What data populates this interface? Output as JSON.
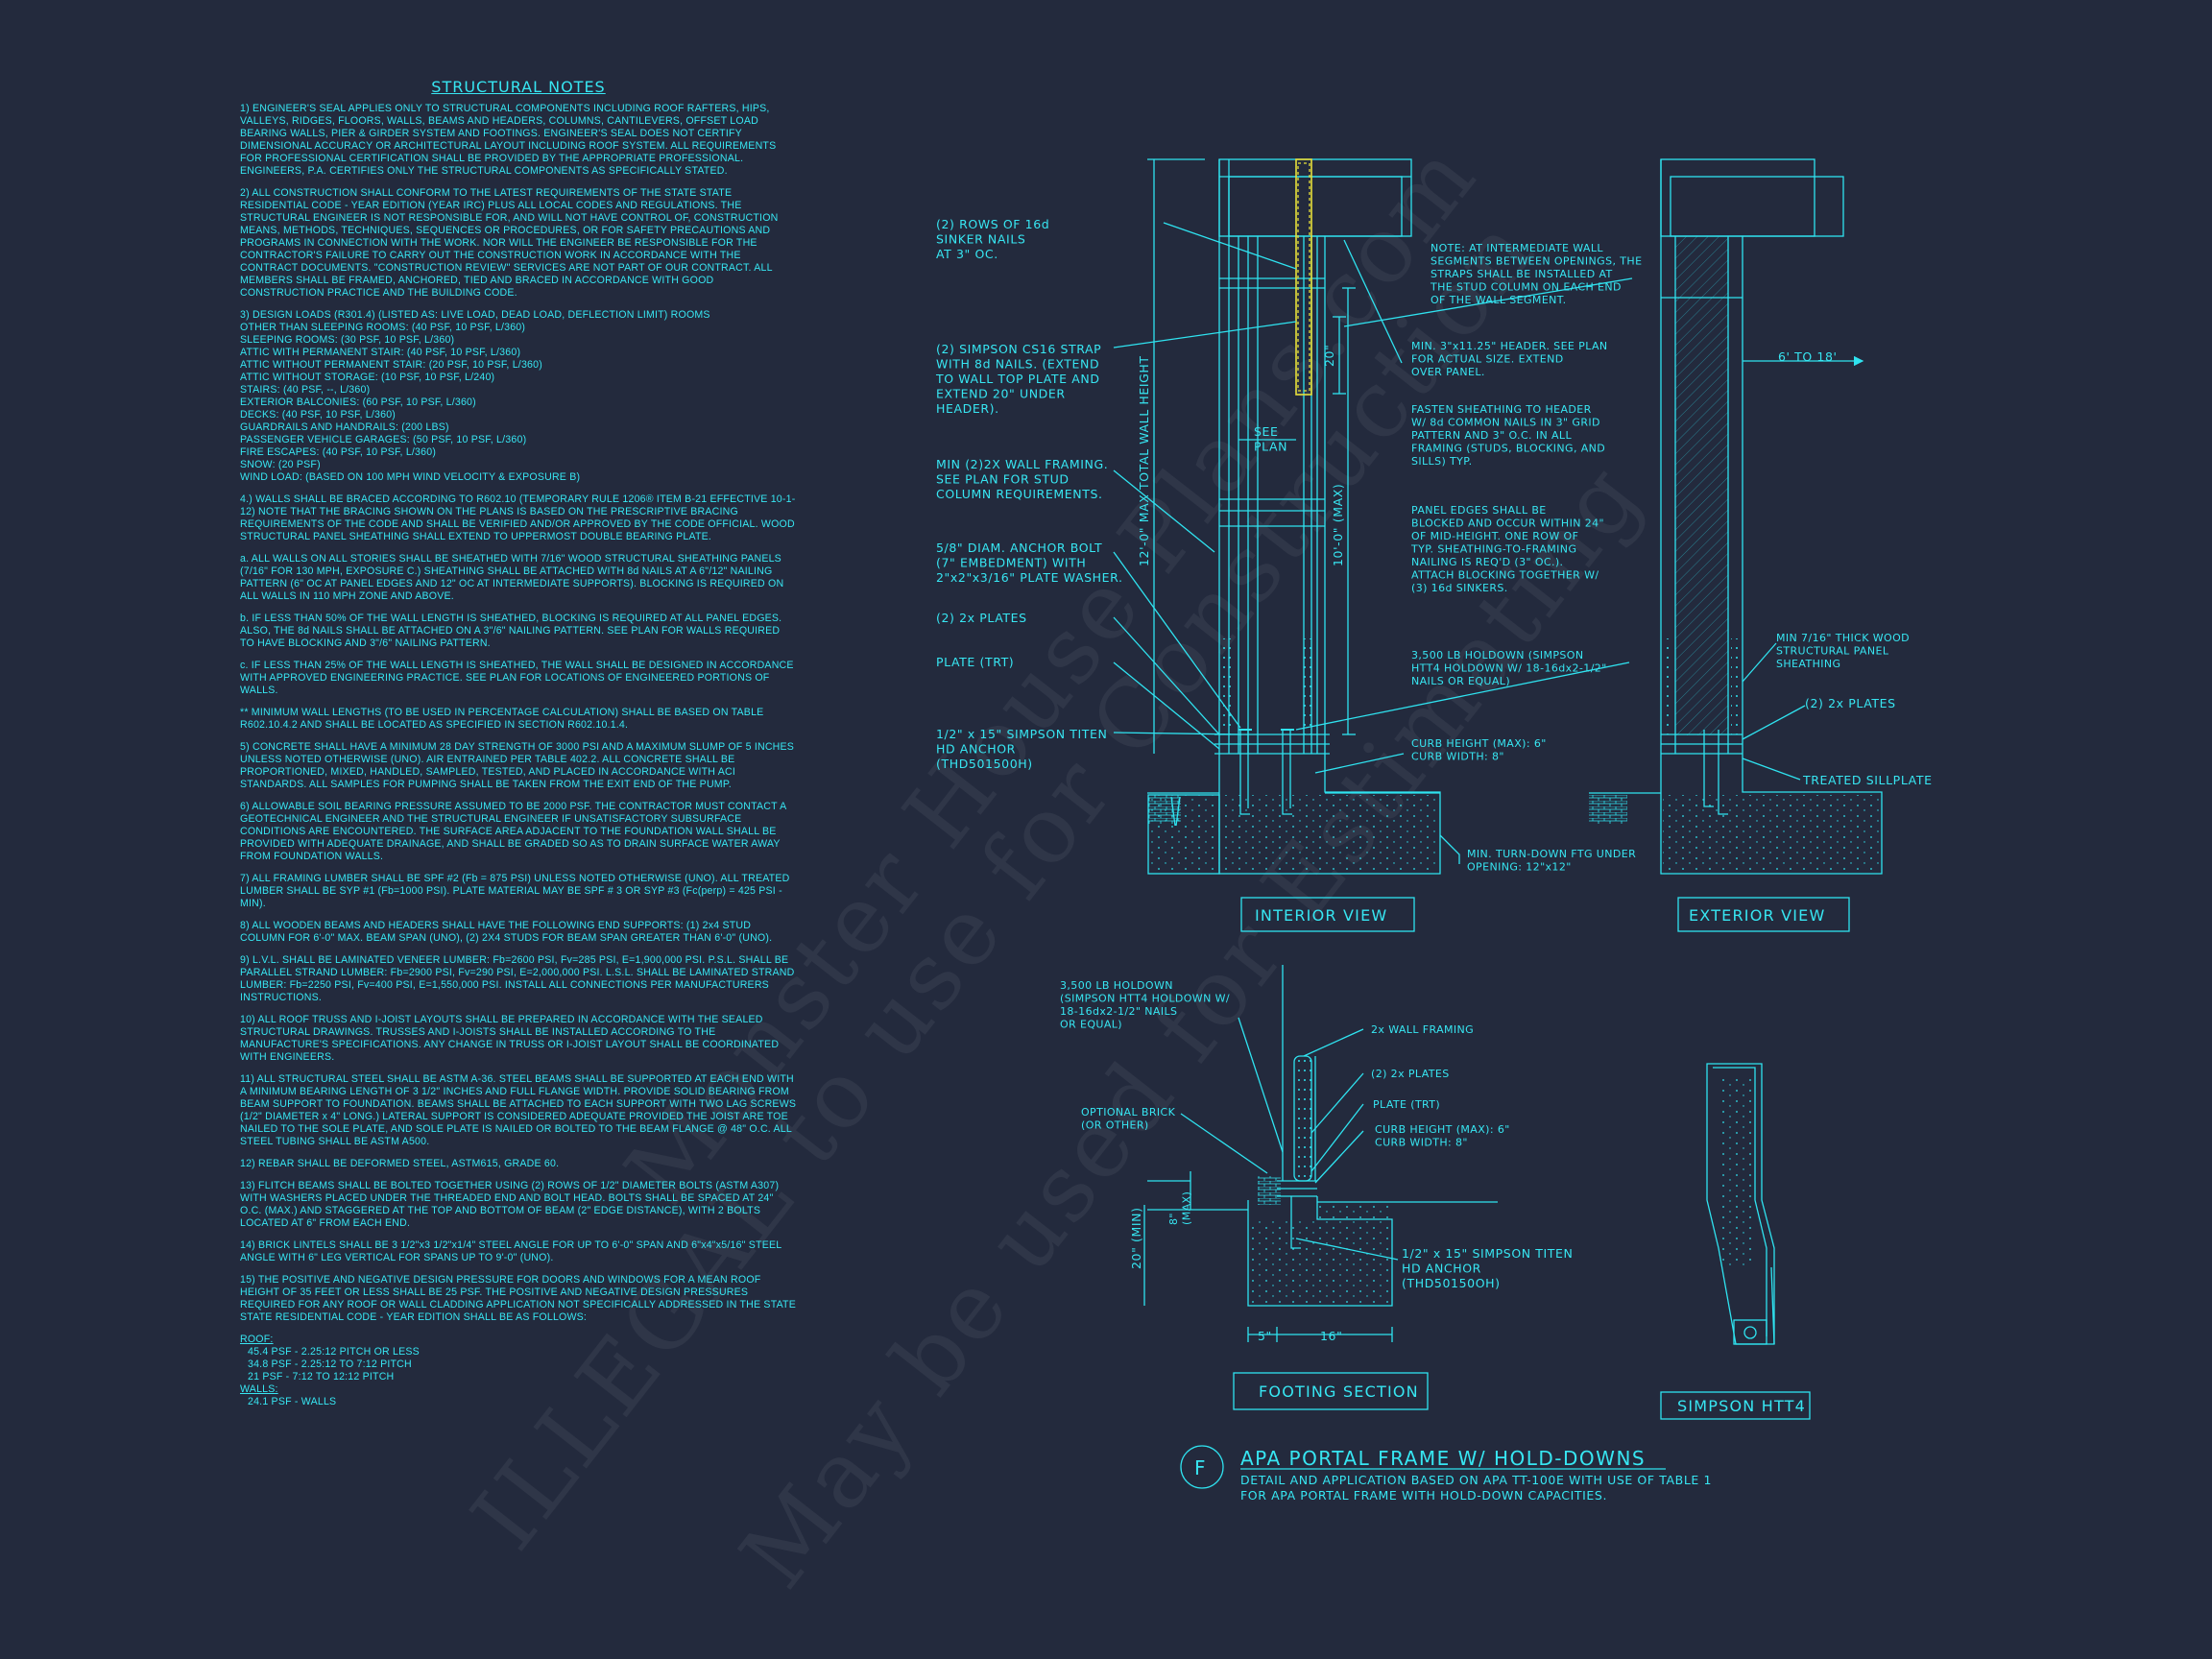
{
  "watermark": {
    "line1": "Monster House Plans.com",
    "line2": "ILLEGAL to use for Construction",
    "line3": "May be used for Estimating"
  },
  "notes": {
    "title": "STRUCTURAL NOTES",
    "n1": "1) ENGINEER'S SEAL APPLIES ONLY TO STRUCTURAL COMPONENTS INCLUDING ROOF RAFTERS, HIPS, VALLEYS, RIDGES, FLOORS, WALLS, BEAMS AND HEADERS, COLUMNS, CANTILEVERS, OFFSET LOAD BEARING WALLS, PIER & GIRDER SYSTEM AND FOOTINGS. ENGINEER'S SEAL DOES NOT CERTIFY DIMENSIONAL ACCURACY OR ARCHITECTURAL LAYOUT INCLUDING ROOF SYSTEM. ALL REQUIREMENTS FOR PROFESSIONAL CERTIFICATION SHALL BE PROVIDED BY THE APPROPRIATE PROFESSIONAL. ENGINEERS, P.A. CERTIFIES ONLY THE STRUCTURAL COMPONENTS AS SPECIFICALLY STATED.",
    "n2": "2) ALL CONSTRUCTION SHALL CONFORM TO THE LATEST REQUIREMENTS OF THE STATE STATE RESIDENTIAL CODE - YEAR EDITION (YEAR IRC) PLUS ALL LOCAL CODES AND REGULATIONS. THE STRUCTURAL ENGINEER IS NOT RESPONSIBLE FOR, AND WILL NOT HAVE CONTROL OF, CONSTRUCTION MEANS, METHODS, TECHNIQUES, SEQUENCES OR PROCEDURES, OR FOR SAFETY PRECAUTIONS AND PROGRAMS IN CONNECTION WITH THE WORK. NOR WILL THE ENGINEER BE RESPONSIBLE FOR THE CONTRACTOR'S FAILURE TO CARRY OUT THE CONSTRUCTION WORK IN ACCORDANCE WITH THE CONTRACT DOCUMENTS. \"CONSTRUCTION REVIEW\" SERVICES ARE NOT PART OF OUR CONTRACT. ALL MEMBERS SHALL BE FRAMED, ANCHORED, TIED AND BRACED IN ACCORDANCE WITH GOOD CONSTRUCTION PRACTICE AND THE BUILDING CODE.",
    "n3": "3) DESIGN LOADS (R301.4) (LISTED AS: LIVE LOAD, DEAD LOAD, DEFLECTION LIMIT) ROOMS\nOTHER THAN SLEEPING ROOMS: (40 PSF, 10 PSF, L/360)\nSLEEPING ROOMS: (30 PSF, 10 PSF, L/360)\nATTIC WITH PERMANENT STAIR: (40 PSF, 10 PSF, L/360)\nATTIC WITHOUT PERMANENT STAIR: (20 PSF, 10 PSF, L/360)\nATTIC WITHOUT STORAGE: (10 PSF, 10 PSF, L/240)\nSTAIRS: (40 PSF, --, L/360)\nEXTERIOR BALCONIES: (60 PSF, 10 PSF, L/360)\nDECKS: (40 PSF, 10 PSF, L/360)\nGUARDRAILS AND HANDRAILS: (200 LBS)\nPASSENGER VEHICLE GARAGES: (50 PSF, 10 PSF, L/360)\nFIRE ESCAPES: (40 PSF, 10 PSF, L/360)\nSNOW: (20      PSF)\nWIND LOAD: (BASED ON 100 MPH WIND VELOCITY & EXPOSURE B)",
    "n4": "4.) WALLS SHALL BE BRACED ACCORDING TO R602.10 (TEMPORARY RULE 1206® ITEM B-21 EFFECTIVE 10-1-12) NOTE THAT THE BRACING SHOWN ON THE PLANS IS BASED ON THE PRESCRIPTIVE BRACING REQUIREMENTS OF THE CODE AND SHALL BE VERIFIED AND/OR APPROVED BY THE CODE OFFICIAL. WOOD STRUCTURAL PANEL SHEATHING SHALL EXTEND TO UPPERMOST DOUBLE BEARING PLATE.",
    "n4a": "a. ALL WALLS ON ALL STORIES SHALL BE SHEATHED WITH 7/16\" WOOD STRUCTURAL SHEATHING PANELS (7/16\" FOR 130 MPH, EXPOSURE C.) SHEATHING SHALL BE ATTACHED WITH 8d NAILS AT A 6\"/12\" NAILING PATTERN (6\" OC AT PANEL EDGES AND 12\" OC AT INTERMEDIATE SUPPORTS). BLOCKING IS REQUIRED ON ALL WALLS IN 110 MPH ZONE AND ABOVE.",
    "n4b": "b. IF LESS THAN 50% OF THE WALL LENGTH IS SHEATHED, BLOCKING IS REQUIRED AT ALL PANEL EDGES. ALSO, THE 8d NAILS SHALL BE ATTACHED ON A 3\"/6\" NAILING PATTERN. SEE PLAN FOR WALLS REQUIRED TO HAVE BLOCKING AND 3\"/6\" NAILING PATTERN.",
    "n4c": "c. IF LESS THAN 25% OF THE WALL LENGTH IS SHEATHED, THE WALL SHALL BE DESIGNED IN ACCORDANCE WITH APPROVED ENGINEERING PRACTICE. SEE PLAN FOR LOCATIONS OF ENGINEERED PORTIONS OF WALLS.",
    "n4d": "** MINIMUM WALL LENGTHS (TO BE USED IN PERCENTAGE CALCULATION) SHALL BE BASED ON TABLE R602.10.4.2 AND SHALL BE LOCATED AS SPECIFIED IN SECTION R602.10.1.4.",
    "n5": "5) CONCRETE SHALL HAVE A MINIMUM 28 DAY STRENGTH OF 3000 PSI AND A MAXIMUM SLUMP OF 5 INCHES UNLESS NOTED OTHERWISE (UNO). AIR ENTRAINED PER TABLE 402.2. ALL CONCRETE SHALL BE PROPORTIONED, MIXED, HANDLED, SAMPLED, TESTED, AND PLACED IN ACCORDANCE WITH ACI STANDARDS. ALL SAMPLES FOR PUMPING SHALL BE TAKEN FROM THE EXIT END OF THE PUMP.",
    "n6": "6) ALLOWABLE SOIL BEARING PRESSURE ASSUMED TO BE 2000 PSF. THE CONTRACTOR MUST CONTACT A GEOTECHNICAL ENGINEER AND THE STRUCTURAL ENGINEER IF UNSATISFACTORY SUBSURFACE CONDITIONS ARE ENCOUNTERED. THE SURFACE AREA ADJACENT TO THE FOUNDATION WALL SHALL BE PROVIDED WITH ADEQUATE DRAINAGE, AND SHALL BE GRADED SO AS TO DRAIN SURFACE WATER AWAY FROM FOUNDATION WALLS.",
    "n7": "7) ALL FRAMING LUMBER SHALL BE SPF #2 (Fb = 875 PSI) UNLESS NOTED OTHERWISE (UNO). ALL TREATED LUMBER SHALL BE SYP #1 (Fb=1000 PSI). PLATE MATERIAL MAY BE SPF # 3 OR SYP #3 (Fc(perp) = 425 PSI - MIN).",
    "n8": "8) ALL WOODEN BEAMS AND HEADERS SHALL HAVE THE FOLLOWING END SUPPORTS: (1) 2x4 STUD COLUMN FOR 6'-0\" MAX. BEAM SPAN (UNO), (2) 2X4 STUDS FOR BEAM SPAN GREATER THAN 6'-0\" (UNO).",
    "n9": "9) L.V.L. SHALL BE LAMINATED VENEER LUMBER: Fb=2600 PSI, Fv=285 PSI, E=1,900,000 PSI. P.S.L. SHALL BE PARALLEL STRAND LUMBER: Fb=2900 PSI, Fv=290 PSI, E=2,000,000 PSI. L.S.L. SHALL BE LAMINATED STRAND LUMBER: Fb=2250 PSI, Fv=400 PSI, E=1,550,000 PSI. INSTALL ALL CONNECTIONS PER MANUFACTURERS INSTRUCTIONS.",
    "n10": "10) ALL ROOF TRUSS AND I-JOIST LAYOUTS SHALL BE PREPARED IN ACCORDANCE WITH THE SEALED STRUCTURAL DRAWINGS. TRUSSES AND I-JOISTS SHALL BE INSTALLED ACCORDING TO THE MANUFACTURE'S SPECIFICATIONS. ANY CHANGE IN TRUSS OR I-JOIST LAYOUT SHALL BE COORDINATED WITH ENGINEERS.",
    "n11": "11) ALL STRUCTURAL STEEL SHALL BE ASTM A-36. STEEL BEAMS SHALL BE SUPPORTED AT EACH END WITH A MINIMUM BEARING LENGTH OF 3 1/2\" INCHES AND FULL FLANGE WIDTH. PROVIDE SOLID BEARING FROM BEAM SUPPORT TO FOUNDATION. BEAMS SHALL BE ATTACHED TO EACH SUPPORT WITH TWO LAG SCREWS (1/2\" DIAMETER x 4\" LONG.) LATERAL SUPPORT IS CONSIDERED ADEQUATE PROVIDED THE JOIST ARE TOE NAILED TO THE SOLE PLATE, AND SOLE PLATE IS NAILED OR BOLTED TO THE BEAM FLANGE @ 48\" O.C. ALL STEEL TUBING SHALL BE ASTM A500.",
    "n12": "12) REBAR SHALL BE DEFORMED STEEL, ASTM615, GRADE 60.",
    "n13": "13) FLITCH BEAMS SHALL BE BOLTED TOGETHER USING (2) ROWS OF 1/2\" DIAMETER BOLTS (ASTM A307) WITH WASHERS PLACED UNDER THE THREADED END AND BOLT HEAD. BOLTS SHALL BE SPACED AT 24\" O.C. (MAX.) AND STAGGERED AT THE TOP AND BOTTOM OF BEAM (2\" EDGE DISTANCE), WITH 2 BOLTS LOCATED AT 6\" FROM EACH END.",
    "n14": "14) BRICK LINTELS SHALL BE 3 1/2\"x3 1/2\"x1/4\" STEEL ANGLE FOR UP TO 6'-0\" SPAN AND 6\"x4\"x5/16\" STEEL ANGLE WITH 6\" LEG VERTICAL FOR SPANS UP TO 9'-0\" (UNO).",
    "n15": "15) THE POSITIVE AND NEGATIVE DESIGN PRESSURE FOR DOORS AND WINDOWS FOR A MEAN ROOF HEIGHT OF 35 FEET OR LESS SHALL BE 25 PSF. THE POSITIVE AND NEGATIVE DESIGN PRESSURES REQUIRED FOR ANY ROOF OR WALL CLADDING APPLICATION NOT SPECIFICALLY ADDRESSED IN THE STATE STATE RESIDENTIAL CODE - YEAR EDITION SHALL BE AS FOLLOWS:",
    "roof_head": "ROOF:",
    "roof_lines": "45.4 PSF - 2.25:12 PITCH OR LESS\n34.8 PSF - 2.25:12 TO 7:12 PITCH\n21 PSF - 7:12 TO 12:12 PITCH",
    "walls_head": "WALLS:",
    "walls_lines": "24.1 PSF - WALLS"
  },
  "interior": {
    "rows_nails": "(2) ROWS OF 16d|SINKER NAILS|AT 3\" OC.",
    "strap": "(2) SIMPSON CS16 STRAP|WITH 8d NAILS. (EXTEND|TO WALL TOP PLATE AND|EXTEND 20\" UNDER|HEADER).",
    "framing": "MIN (2)2X WALL FRAMING.|SEE PLAN FOR STUD|COLUMN REQUIREMENTS.",
    "anchor": "5/8\" DIAM. ANCHOR BOLT|(7\" EMBEDMENT) WITH|2\"x2\"x3/16\" PLATE WASHER.",
    "plates": "(2) 2x PLATES",
    "plate_trt": "PLATE (TRT)",
    "titen": "1/2\" x 15\" SIMPSON TITEN|HD ANCHOR|(THD501500H)",
    "note_intermediate": "NOTE: AT INTERMEDIATE WALL|SEGMENTS BETWEEN OPENINGS, THE|STRAPS SHALL BE INSTALLED AT|THE STUD COLUMN ON EACH END|OF THE WALL SEGMENT.",
    "header": "MIN. 3\"x11.25\" HEADER. SEE PLAN|FOR ACTUAL SIZE. EXTEND|OVER PANEL.",
    "fasten": "FASTEN SHEATHING TO HEADER|W/ 8d COMMON NAILS IN 3\" GRID|PATTERN AND 3\" O.C. IN ALL|FRAMING (STUDS, BLOCKING, AND|SILLS) TYP.",
    "panel_edges": "PANEL EDGES SHALL BE|BLOCKED AND OCCUR WITHIN 24\"|OF MID-HEIGHT.  ONE ROW OF|TYP. SHEATHING-TO-FRAMING|NAILING IS REQ'D (3\" OC.).|ATTACH BLOCKING TOGETHER W/|(3) 16d SINKERS.",
    "holdown": "3,500 LB HOLDOWN (SIMPSON|HTT4 HOLDOWN W/ 18-16dx2-1/2\"|NAILS OR EQUAL)",
    "curb": "CURB HEIGHT (MAX): 6\"|CURB WIDTH: 8\"",
    "turn_down": "MIN. TURN-DOWN FTG UNDER|OPENING: 12\"x12\"",
    "see_plan": "SEE|PLAN",
    "dim_total": "12'-0\" MAX TOTAL WALL HEIGHT",
    "dim_10": "10'-0\" (MAX)",
    "dim_20": "20\"",
    "title": "INTERIOR VIEW"
  },
  "exterior": {
    "dim": "6' TO 18'",
    "sheathing": "MIN 7/16\" THICK WOOD|STRUCTURAL PANEL|SHEATHING",
    "plates": "(2) 2x PLATES",
    "sill": "TREATED SILLPLATE",
    "title": "EXTERIOR VIEW"
  },
  "footing": {
    "holdown": "3,500 LB HOLDOWN|(SIMPSON HTT4 HOLDOWN W/|18-16dx2-1/2\" NAILS|OR EQUAL)",
    "framing": "2x WALL FRAMING",
    "plates": "(2) 2x PLATES",
    "plate_trt": "PLATE (TRT)",
    "curb": "CURB HEIGHT (MAX): 6\"|CURB WIDTH: 8\"",
    "brick": "OPTIONAL BRICK|(OR OTHER)",
    "titen": "1/2\" x 15\" SIMPSON TITEN|HD ANCHOR|(THD50150OH)",
    "dim_8": "8\"|(MAX)",
    "dim_20": "20\" (MIN)",
    "dim_5": "5\"",
    "dim_16": "16\"",
    "title": "FOOTING SECTION"
  },
  "htt4": {
    "title": "SIMPSON HTT4"
  },
  "detail": {
    "letter": "F",
    "title": "APA PORTAL FRAME W/ HOLD-DOWNS",
    "line1": "DETAIL AND APPLICATION BASED ON APA TT-100E WITH USE OF TABLE 1",
    "line2": "FOR APA PORTAL FRAME WITH HOLD-DOWN CAPACITIES."
  },
  "colors": {
    "background": "#232a3d",
    "line": "#2fe3f0",
    "highlight": "#e8e03a"
  }
}
